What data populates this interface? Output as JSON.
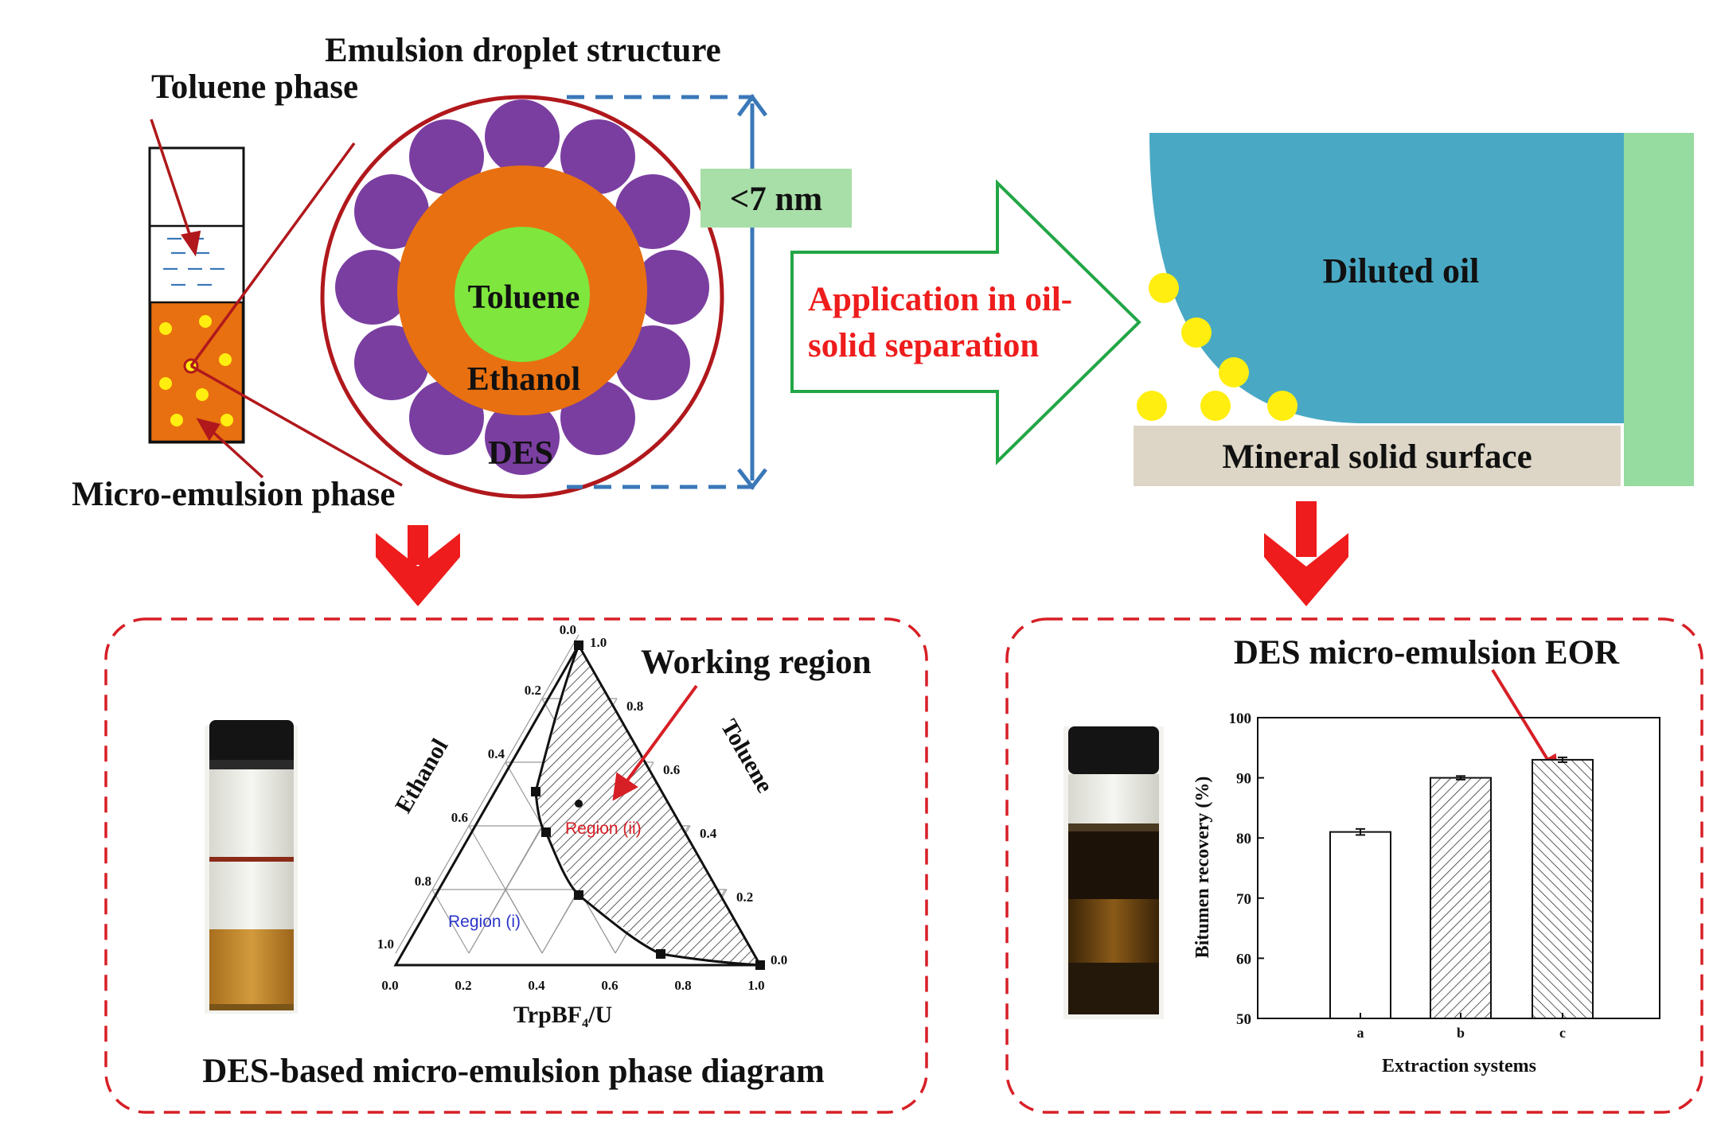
{
  "left_panel": {
    "toluene_phase": "Toluene phase",
    "micro_emulsion_phase": "Micro-emulsion phase",
    "droplet_title": "Emulsion droplet structure",
    "size_label": "<7 nm",
    "core_toluene": "Toluene",
    "shell_ethanol": "Ethanol",
    "surface_des": "DES"
  },
  "application": {
    "line1": "Application in oil-",
    "line2": "solid separation"
  },
  "right_panel": {
    "diluted_oil": "Diluted oil",
    "mineral_surface": "Mineral solid surface"
  },
  "phase_diagram_box": {
    "caption": "DES-based micro-emulsion phase diagram",
    "working_region": "Working region",
    "region_i": "Region (i)",
    "region_ii": "Region (ii)",
    "axis_left": "Ethanol",
    "axis_right": "Toluene",
    "axis_bottom_main": "TrpBF",
    "axis_bottom_sub": "4",
    "axis_bottom_tail": "/U",
    "bottom_ticks": [
      "0.0",
      "0.2",
      "0.4",
      "0.6",
      "0.8",
      "1.0"
    ],
    "left_ticks": [
      "1.0",
      "0.8",
      "0.6",
      "0.4",
      "0.2",
      "0.0"
    ],
    "right_ticks": [
      "1.0",
      "0.8",
      "0.6",
      "0.4",
      "0.2",
      "0.0"
    ]
  },
  "eor_box": {
    "title": "DES micro-emulsion EOR"
  },
  "colors": {
    "droplet_outline": "#b0181c",
    "des_purple": "#7a3ea0",
    "ethanol_orange": "#e87010",
    "toluene_green": "#7ee63c",
    "oil_blue": "#49a9c4",
    "mineral_beige": "#ddd6c6",
    "wall_green": "#96dba0",
    "arrow_red": "#ee1c1c",
    "app_arrow_green": "#22a646",
    "dashed_red": "#d71f26",
    "size_box_green": "#a8dfa8",
    "measure_blue": "#3a78b8"
  },
  "chart_data": {
    "type": "bar",
    "categories": [
      "a",
      "b",
      "c"
    ],
    "values": [
      81,
      90,
      93
    ],
    "error": [
      0.5,
      0.3,
      0.4
    ],
    "xlabel": "Extraction systems",
    "ylabel": "Bitumen recovery (%)",
    "ylim": [
      50,
      100
    ],
    "yticks": [
      50,
      60,
      70,
      80,
      90,
      100
    ],
    "hatch": [
      "none",
      "right",
      "left"
    ],
    "grid": false
  }
}
